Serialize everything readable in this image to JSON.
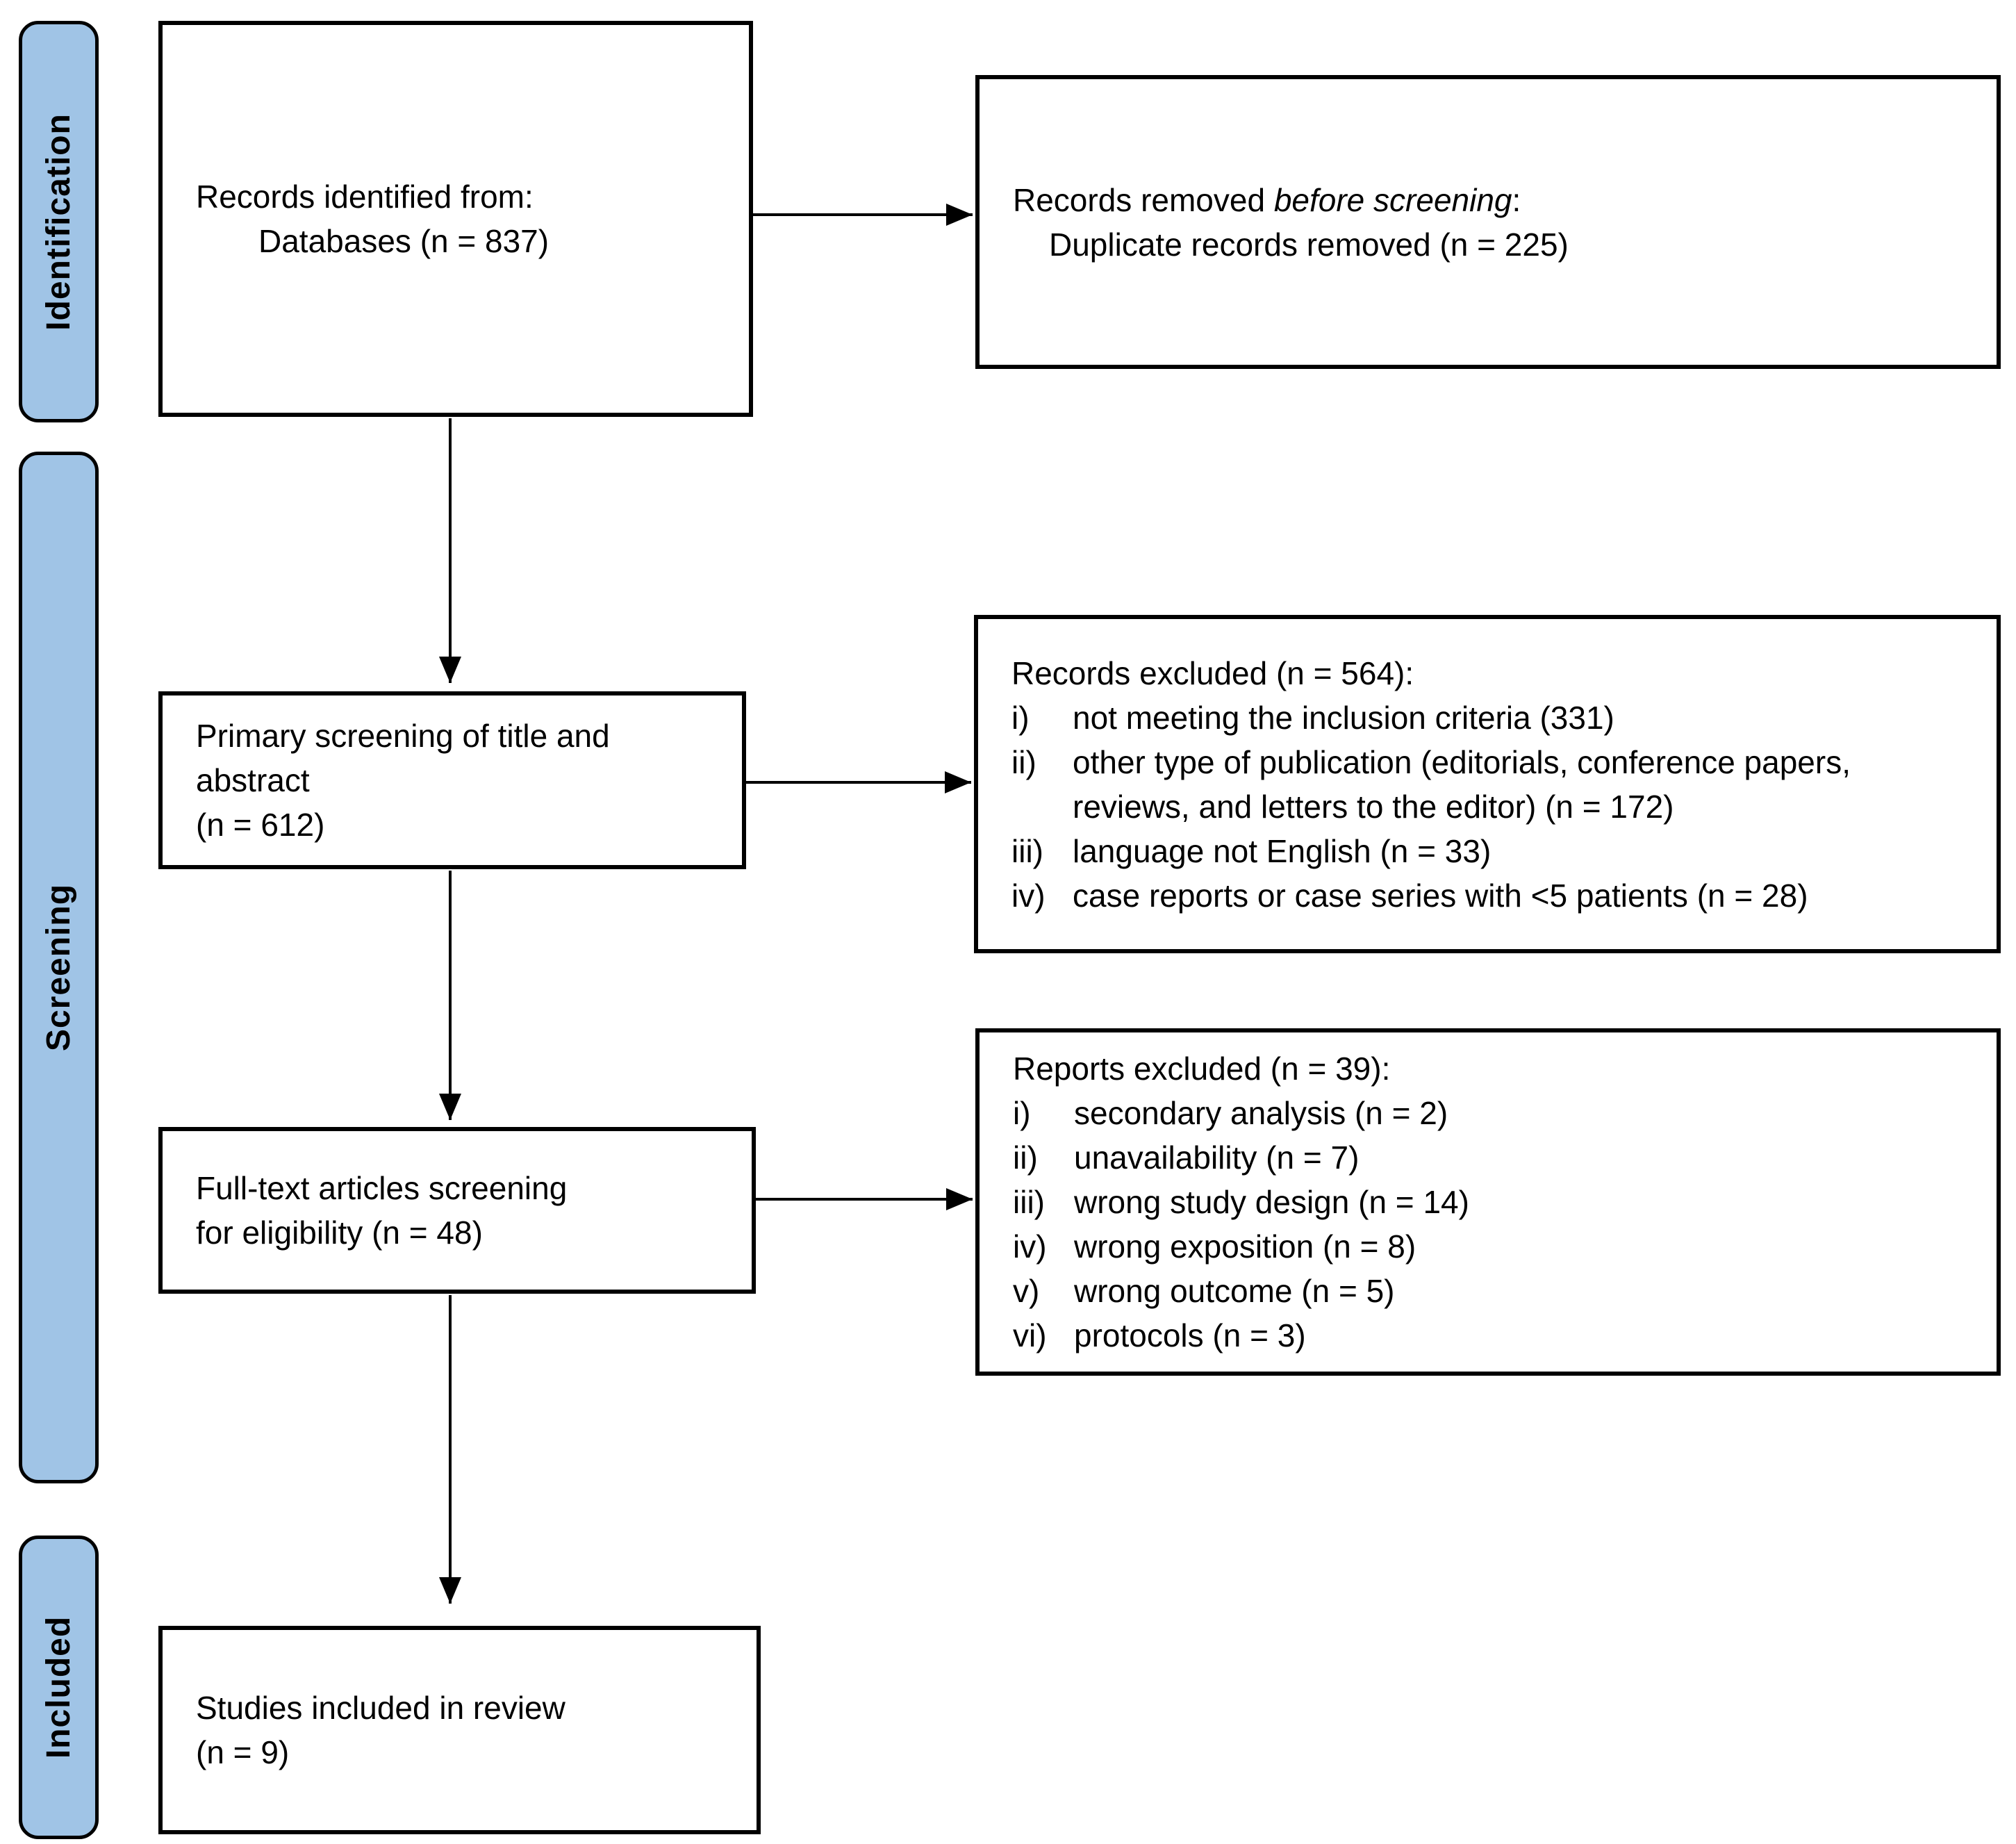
{
  "sidebar": {
    "accent_color": "#A0C4E6",
    "stages": [
      {
        "label": "Identification"
      },
      {
        "label": "Screening"
      },
      {
        "label": "Included"
      }
    ]
  },
  "flow": {
    "records_identified": {
      "lines": [
        "Records identified from:",
        "Databases (n = 837)"
      ]
    },
    "primary_screening": {
      "lines": [
        "Primary screening of title and",
        "abstract",
        "(n = 612)"
      ]
    },
    "fulltext_screening": {
      "lines": [
        "Full-text articles screening",
        "for eligibility (n = 48)"
      ]
    },
    "studies_included": {
      "lines": [
        "Studies included in review",
        "(n = 9)"
      ]
    }
  },
  "side_boxes": {
    "removed_before_screening": {
      "line1_prefix": "Records removed ",
      "line1_italic": "before screening",
      "line1_suffix": ":",
      "line2": "Duplicate records removed (n = 225)"
    },
    "records_excluded": {
      "title": "Records excluded (n = 564):",
      "items": [
        {
          "num": "i)",
          "text": "not meeting the inclusion criteria (331)"
        },
        {
          "num": "ii)",
          "text": "other type of publication (editorials, conference papers, reviews, and letters to the editor) (n = 172)"
        },
        {
          "num": "iii)",
          "text": "language not English (n = 33)"
        },
        {
          "num": "iv)",
          "text": "case reports or case series with <5 patients (n = 28)"
        }
      ]
    },
    "reports_excluded": {
      "title": "Reports excluded (n = 39):",
      "items": [
        {
          "num": "i)",
          "text": "secondary analysis (n = 2)"
        },
        {
          "num": "ii)",
          "text": "unavailability (n = 7)"
        },
        {
          "num": "iii)",
          "text": "wrong study design (n = 14)"
        },
        {
          "num": "iv)",
          "text": "wrong exposition (n = 8)"
        },
        {
          "num": "v)",
          "text": "wrong outcome (n = 5)"
        },
        {
          "num": "vi)",
          "text": "protocols (n = 3)"
        }
      ]
    }
  }
}
